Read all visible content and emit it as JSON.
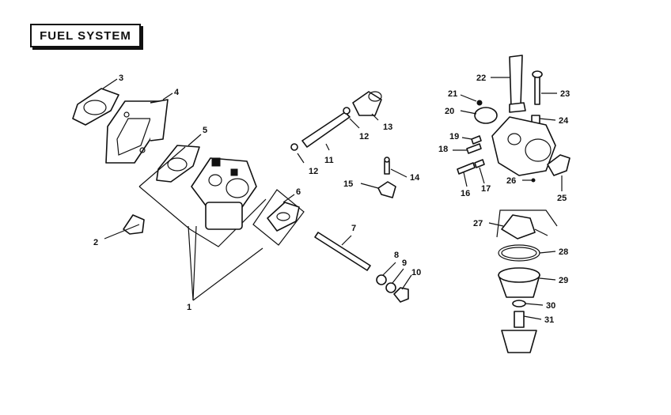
{
  "title": "FUEL SYSTEM",
  "callouts": [
    "1",
    "2",
    "3",
    "4",
    "5",
    "6",
    "7",
    "8",
    "9",
    "10",
    "11",
    "12",
    "12",
    "13",
    "14",
    "15",
    "16",
    "17",
    "18",
    "19",
    "20",
    "21",
    "22",
    "23",
    "24",
    "25",
    "26",
    "27",
    "28",
    "29",
    "30",
    "31"
  ]
}
